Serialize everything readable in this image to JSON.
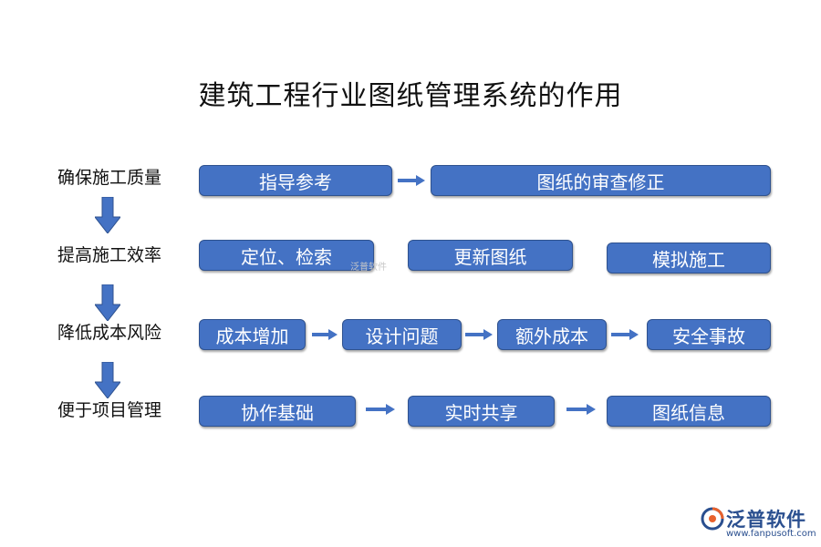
{
  "title": "建筑工程行业图纸管理系统的作用",
  "rows": [
    {
      "label": "确保施工质量",
      "boxes": [
        "指导参考",
        "图纸的审查修正"
      ]
    },
    {
      "label": "提高施工效率",
      "boxes": [
        "定位、检索",
        "更新图纸",
        "模拟施工"
      ]
    },
    {
      "label": "降低成本风险",
      "boxes": [
        "成本增加",
        "设计问题",
        "额外成本",
        "安全事故"
      ]
    },
    {
      "label": "便于项目管理",
      "boxes": [
        "协作基础",
        "实时共享",
        "图纸信息"
      ]
    }
  ],
  "watermark": "泛普软件",
  "logo": {
    "name": "泛普软件",
    "url": "www.fanpusoft.com",
    "icon": "fanpu-logo-icon"
  },
  "colors": {
    "box_fill": "#4472c4",
    "box_border": "#2f528f",
    "arrow": "#4472c4"
  }
}
